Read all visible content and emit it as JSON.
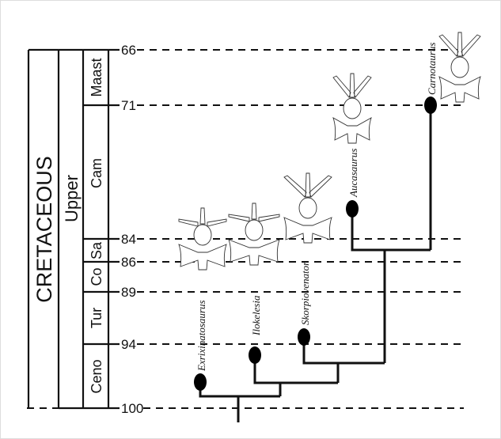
{
  "timescale": {
    "period": "CRETACEOUS",
    "epoch": "Upper",
    "stages": [
      {
        "label": "Maast",
        "from": 66,
        "to": 71
      },
      {
        "label": "Cam",
        "from": 71,
        "to": 84
      },
      {
        "label": "Sa",
        "from": 84,
        "to": 86
      },
      {
        "label": "Co",
        "from": 86,
        "to": 89
      },
      {
        "label": "Tur",
        "from": 89,
        "to": 94
      },
      {
        "label": "Ceno",
        "from": 94,
        "to": 100
      }
    ],
    "ticks": [
      "66",
      "71",
      "84",
      "86",
      "89",
      "94",
      "100"
    ]
  },
  "taxa": [
    {
      "name": "Exrixinatosaurus",
      "age": 97.5
    },
    {
      "name": "Ilokelesia",
      "age": 95
    },
    {
      "name": "Skorpiovenator",
      "age": 93.5
    },
    {
      "name": "Aucasaurus",
      "age": 81.5
    },
    {
      "name": "Carnotaurus",
      "age": 71
    }
  ]
}
